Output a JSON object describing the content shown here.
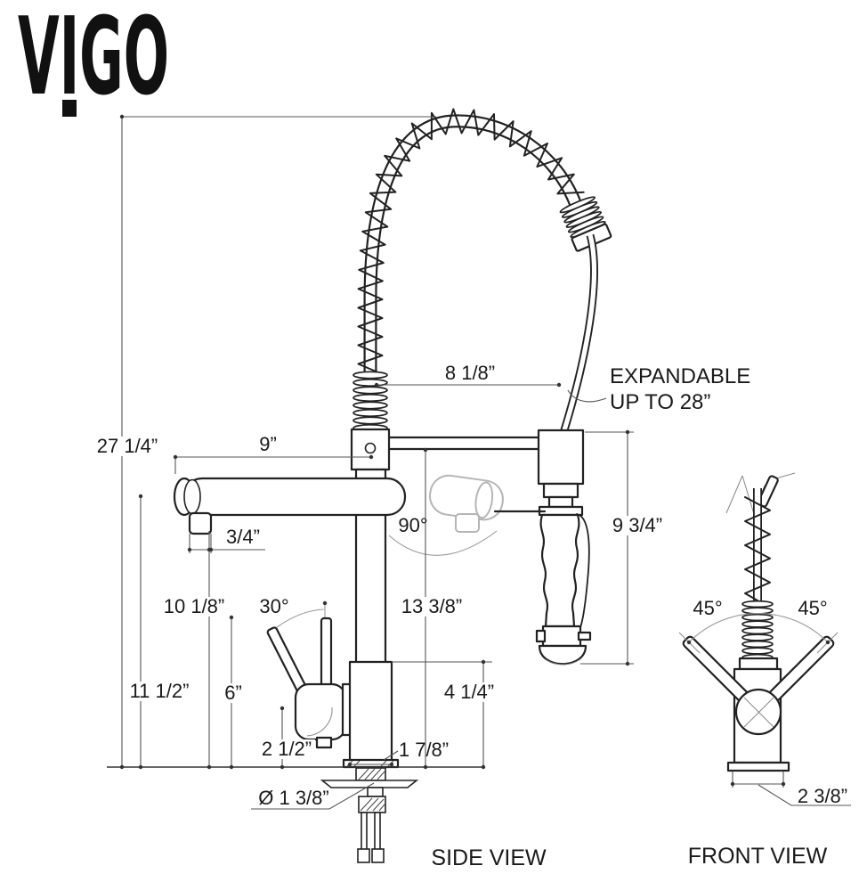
{
  "brand": {
    "logo": "VIGO"
  },
  "views": {
    "side": "SIDE VIEW",
    "front": "FRONT VIEW"
  },
  "note": {
    "line1": "EXPANDABLE",
    "line2": "UP TO 28”"
  },
  "dimensions": {
    "overall_height": "27 1/4”",
    "spout_reach": "9”",
    "hose_offset": "8 1/8”",
    "aerator_width": "3/4”",
    "spout_swivel": "90°",
    "sprayer_height": "9 3/4”",
    "spout_bottom_height": "10 1/8”",
    "handle_angle": "30°",
    "arm_height": "13 3/8”",
    "spout_top_height": "11 1/2”",
    "handle_height": "6”",
    "body_height": "4 1/4”",
    "hose_connection_height": "2 1/2”",
    "body_width": "1 7/8”",
    "hole_diameter": "Ø 1 3/8”",
    "handle_swing_left": "45°",
    "handle_swing_right": "45°",
    "base_width": "2 3/8”"
  }
}
